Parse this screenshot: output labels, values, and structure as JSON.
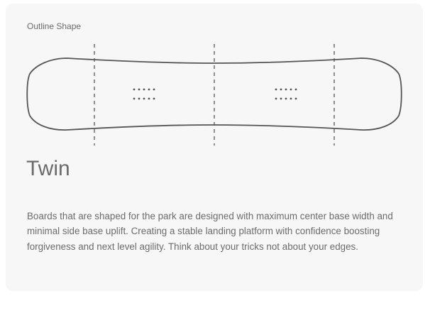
{
  "section_label": "Outline Shape",
  "shape_name": "Twin",
  "description": "Boards that are shaped for the park are designed with maximum center base width and minimal side base uplift. Creating a stable landing platform with confidence boosting forgiveness and next level agility. Think about your tricks not about your edges.",
  "colors": {
    "card_background": "#f7f7f7",
    "outline": "#555555",
    "text": "#6b6b6b"
  }
}
